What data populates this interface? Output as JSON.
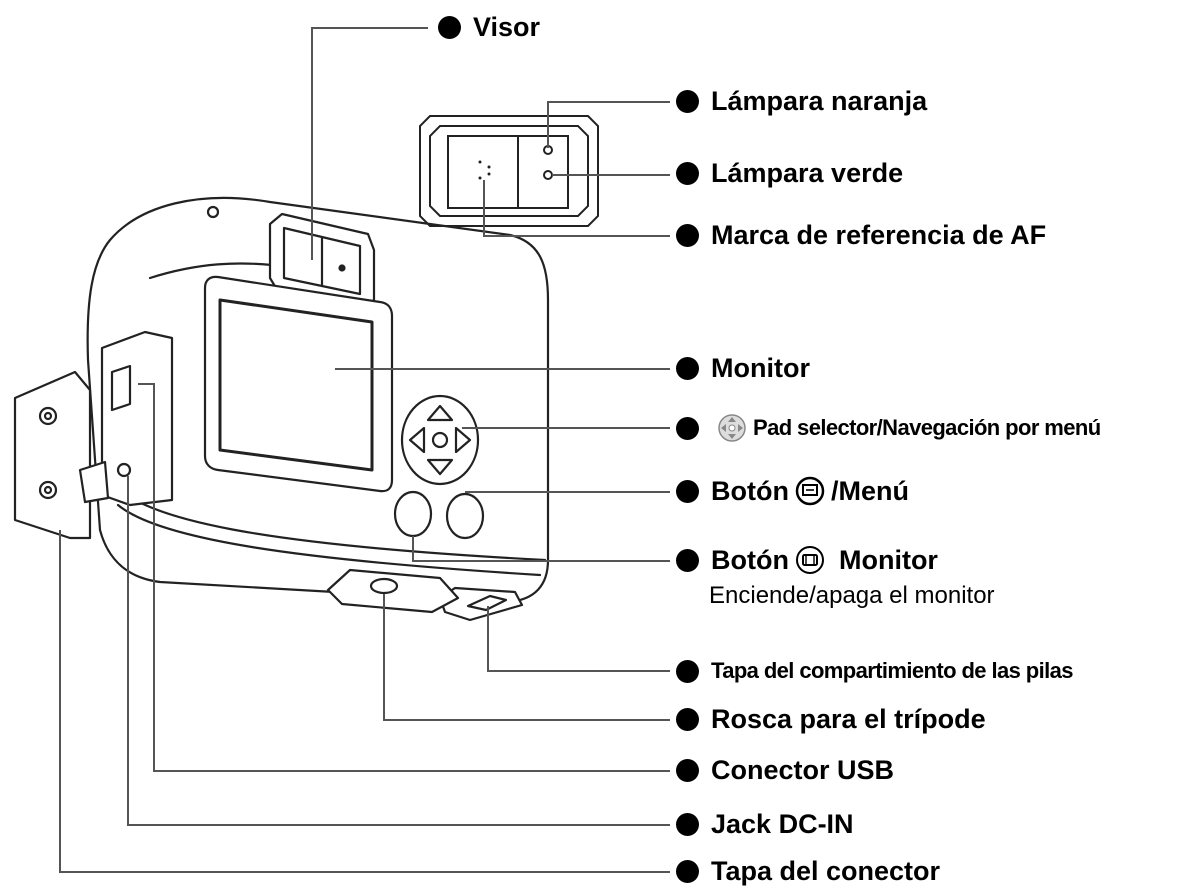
{
  "labels": {
    "visor": "Visor",
    "lampara_naranja": "Lámpara naranja",
    "lampara_verde": "Lámpara verde",
    "marca_af": "Marca de referencia de AF",
    "monitor": "Monitor",
    "pad_selector": "Pad selector/Navegación por menú",
    "boton_ok_prefix": "Botón",
    "boton_ok_suffix": "/Menú",
    "boton_monitor_prefix": "Botón",
    "boton_monitor_suffix": "Monitor",
    "boton_monitor_desc": "Enciende/apaga el monitor",
    "tapa_pilas": "Tapa del compartimiento de las pilas",
    "rosca_tripode": "Rosca para el trípode",
    "conector_usb": "Conector USB",
    "jack_dc_in": "Jack DC-IN",
    "tapa_conector": "Tapa del conector"
  },
  "icons": {
    "pad_selector": "arrow-pad-icon",
    "ok_button": "ok-button-icon",
    "monitor_button": "monitor-button-icon"
  },
  "colors": {
    "ink": "#000000",
    "line": "#555555",
    "camera_fill": "#ffffff"
  }
}
